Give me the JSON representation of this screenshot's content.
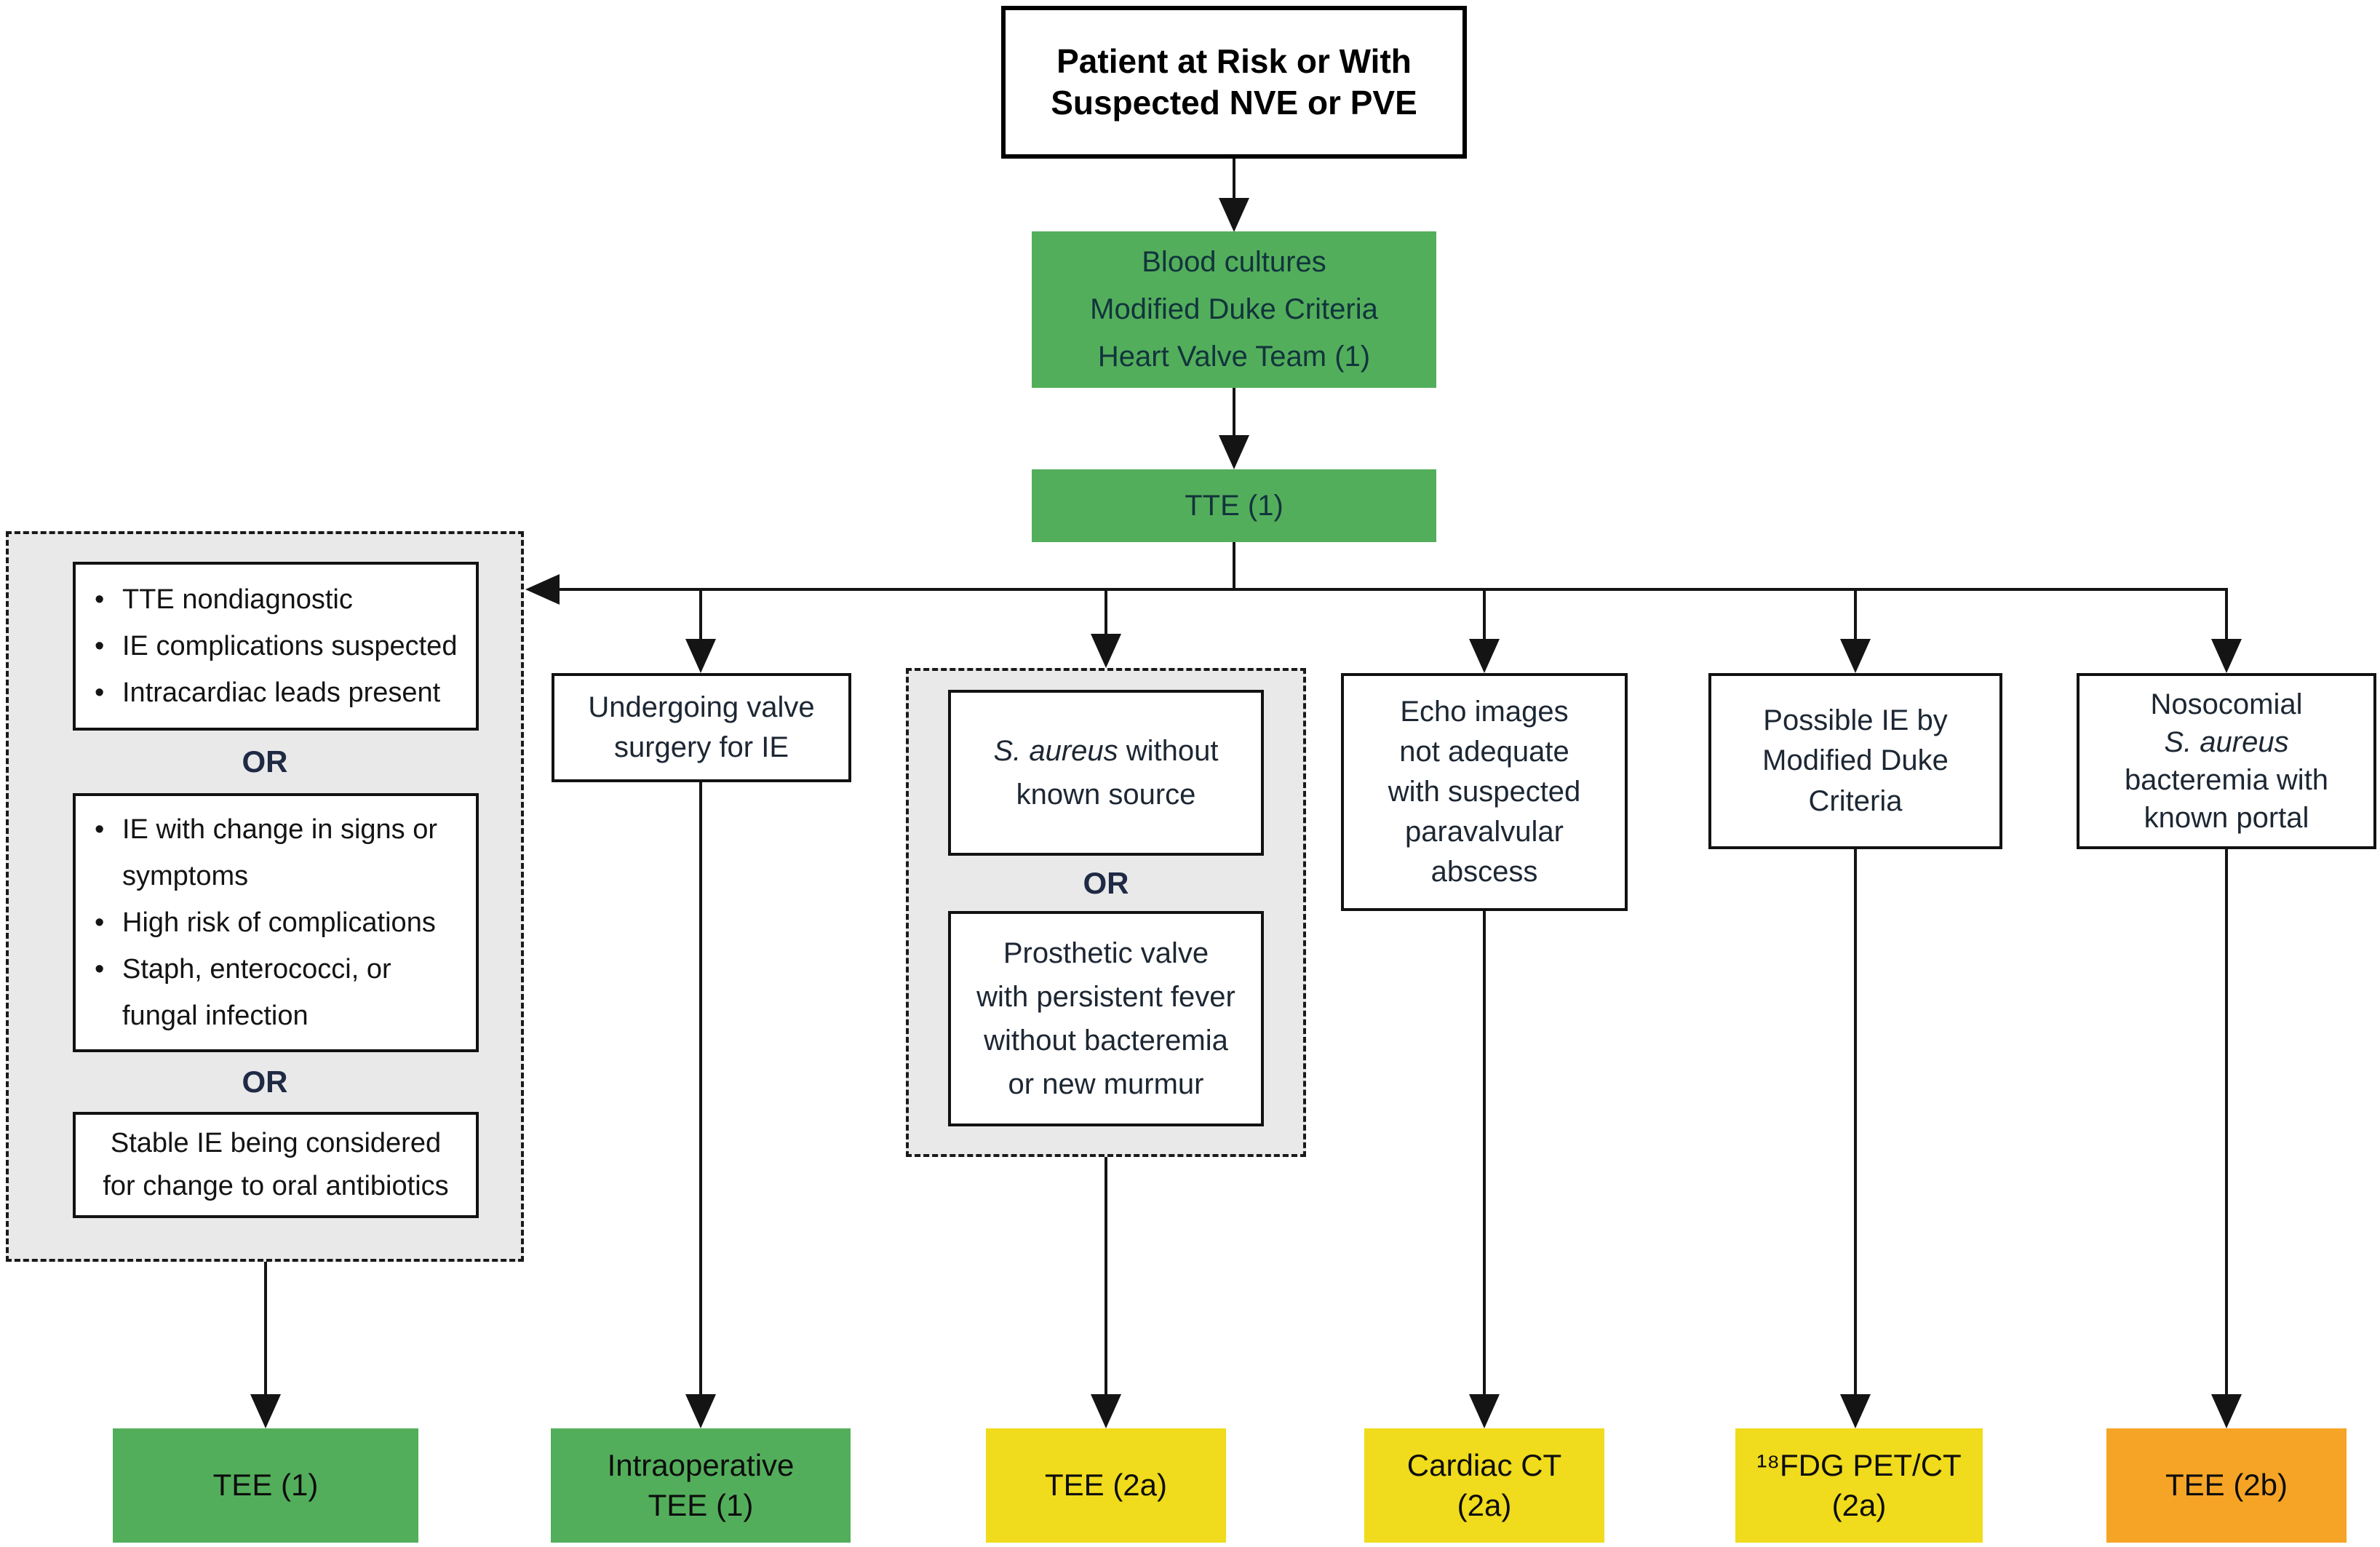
{
  "bullet_char": "•",
  "or_label": "OR",
  "colors": {
    "green": "#53AE5B",
    "yellow": "#F0DB1C",
    "orange": "#F6A426",
    "panel_gray": "#E9E9E9",
    "line_black": "#141414",
    "or_navy": "#1f2a44"
  },
  "title": {
    "lines": [
      "Patient at Risk or With",
      "Suspected NVE or PVE"
    ]
  },
  "workup": {
    "lines": [
      "Blood cultures",
      "Modified Duke Criteria",
      "Heart Valve Team (1)"
    ]
  },
  "tte": {
    "label": "TTE (1)"
  },
  "branch1": {
    "box1_bullets": [
      "TTE nondiagnostic",
      "IE complications suspected",
      "Intracardiac leads present"
    ],
    "box2_bullets": [
      [
        "IE with change in signs or",
        "symptoms"
      ],
      "High risk of complications",
      [
        "Staph, enterococci, or",
        "fungal infection"
      ]
    ],
    "box3_lines": [
      "Stable IE being considered",
      "for change to oral antibiotics"
    ],
    "outcome": "TEE (1)"
  },
  "branch2": {
    "box_lines": [
      "Undergoing valve",
      "surgery for IE"
    ],
    "outcome_lines": [
      "Intraoperative",
      "TEE (1)"
    ]
  },
  "branch3": {
    "box1_lines": [
      [
        {
          "t": "S. aureus",
          "i": true
        },
        {
          "t": " without"
        }
      ],
      [
        "known source"
      ]
    ],
    "box2_lines": [
      "Prosthetic valve",
      "with persistent fever",
      "without bacteremia",
      "or new murmur"
    ],
    "outcome": "TEE (2a)"
  },
  "branch4": {
    "box_lines": [
      "Echo images",
      "not adequate",
      "with suspected",
      "paravalvular",
      "abscess"
    ],
    "outcome_lines": [
      "Cardiac CT",
      "(2a)"
    ]
  },
  "branch5": {
    "box_lines": [
      "Possible IE by",
      "Modified Duke",
      "Criteria"
    ],
    "outcome_lines": [
      "¹⁸FDG PET/CT",
      "(2a)"
    ]
  },
  "branch6": {
    "box_lines": [
      "Nosocomial",
      [
        {
          "t": "S. aureus",
          "i": true
        }
      ],
      [
        "bacteremia with"
      ],
      [
        "known portal"
      ]
    ],
    "outcome": "TEE (2b)"
  }
}
